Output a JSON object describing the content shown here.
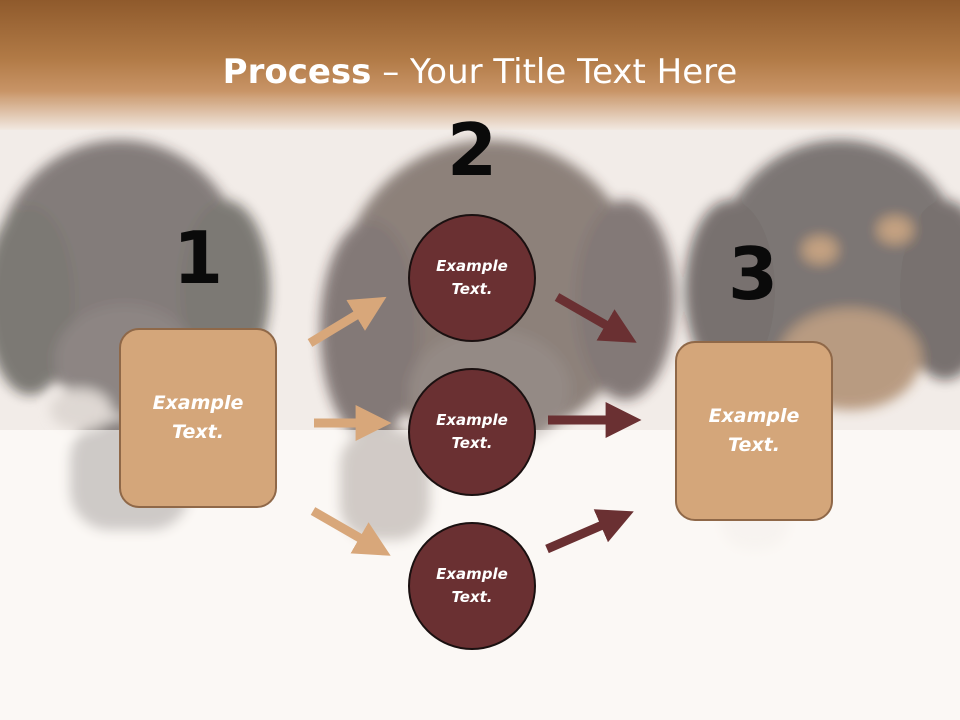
{
  "title": {
    "bold": "Process",
    "dash": " – ",
    "rest": "Your Title Text Here"
  },
  "steps": [
    {
      "number": "1",
      "text": "Example Text."
    },
    {
      "number": "2"
    },
    {
      "number": "3",
      "text": "Example Text."
    }
  ],
  "circles": [
    {
      "text": "Example Text."
    },
    {
      "text": "Example Text."
    },
    {
      "text": "Example Text."
    }
  ],
  "colors": {
    "header": "#b17a46",
    "box_fill": "#d4a67a",
    "circle_fill": "#6a3032",
    "arrow_light": "#d8a77a",
    "arrow_dark": "#6a3032"
  }
}
